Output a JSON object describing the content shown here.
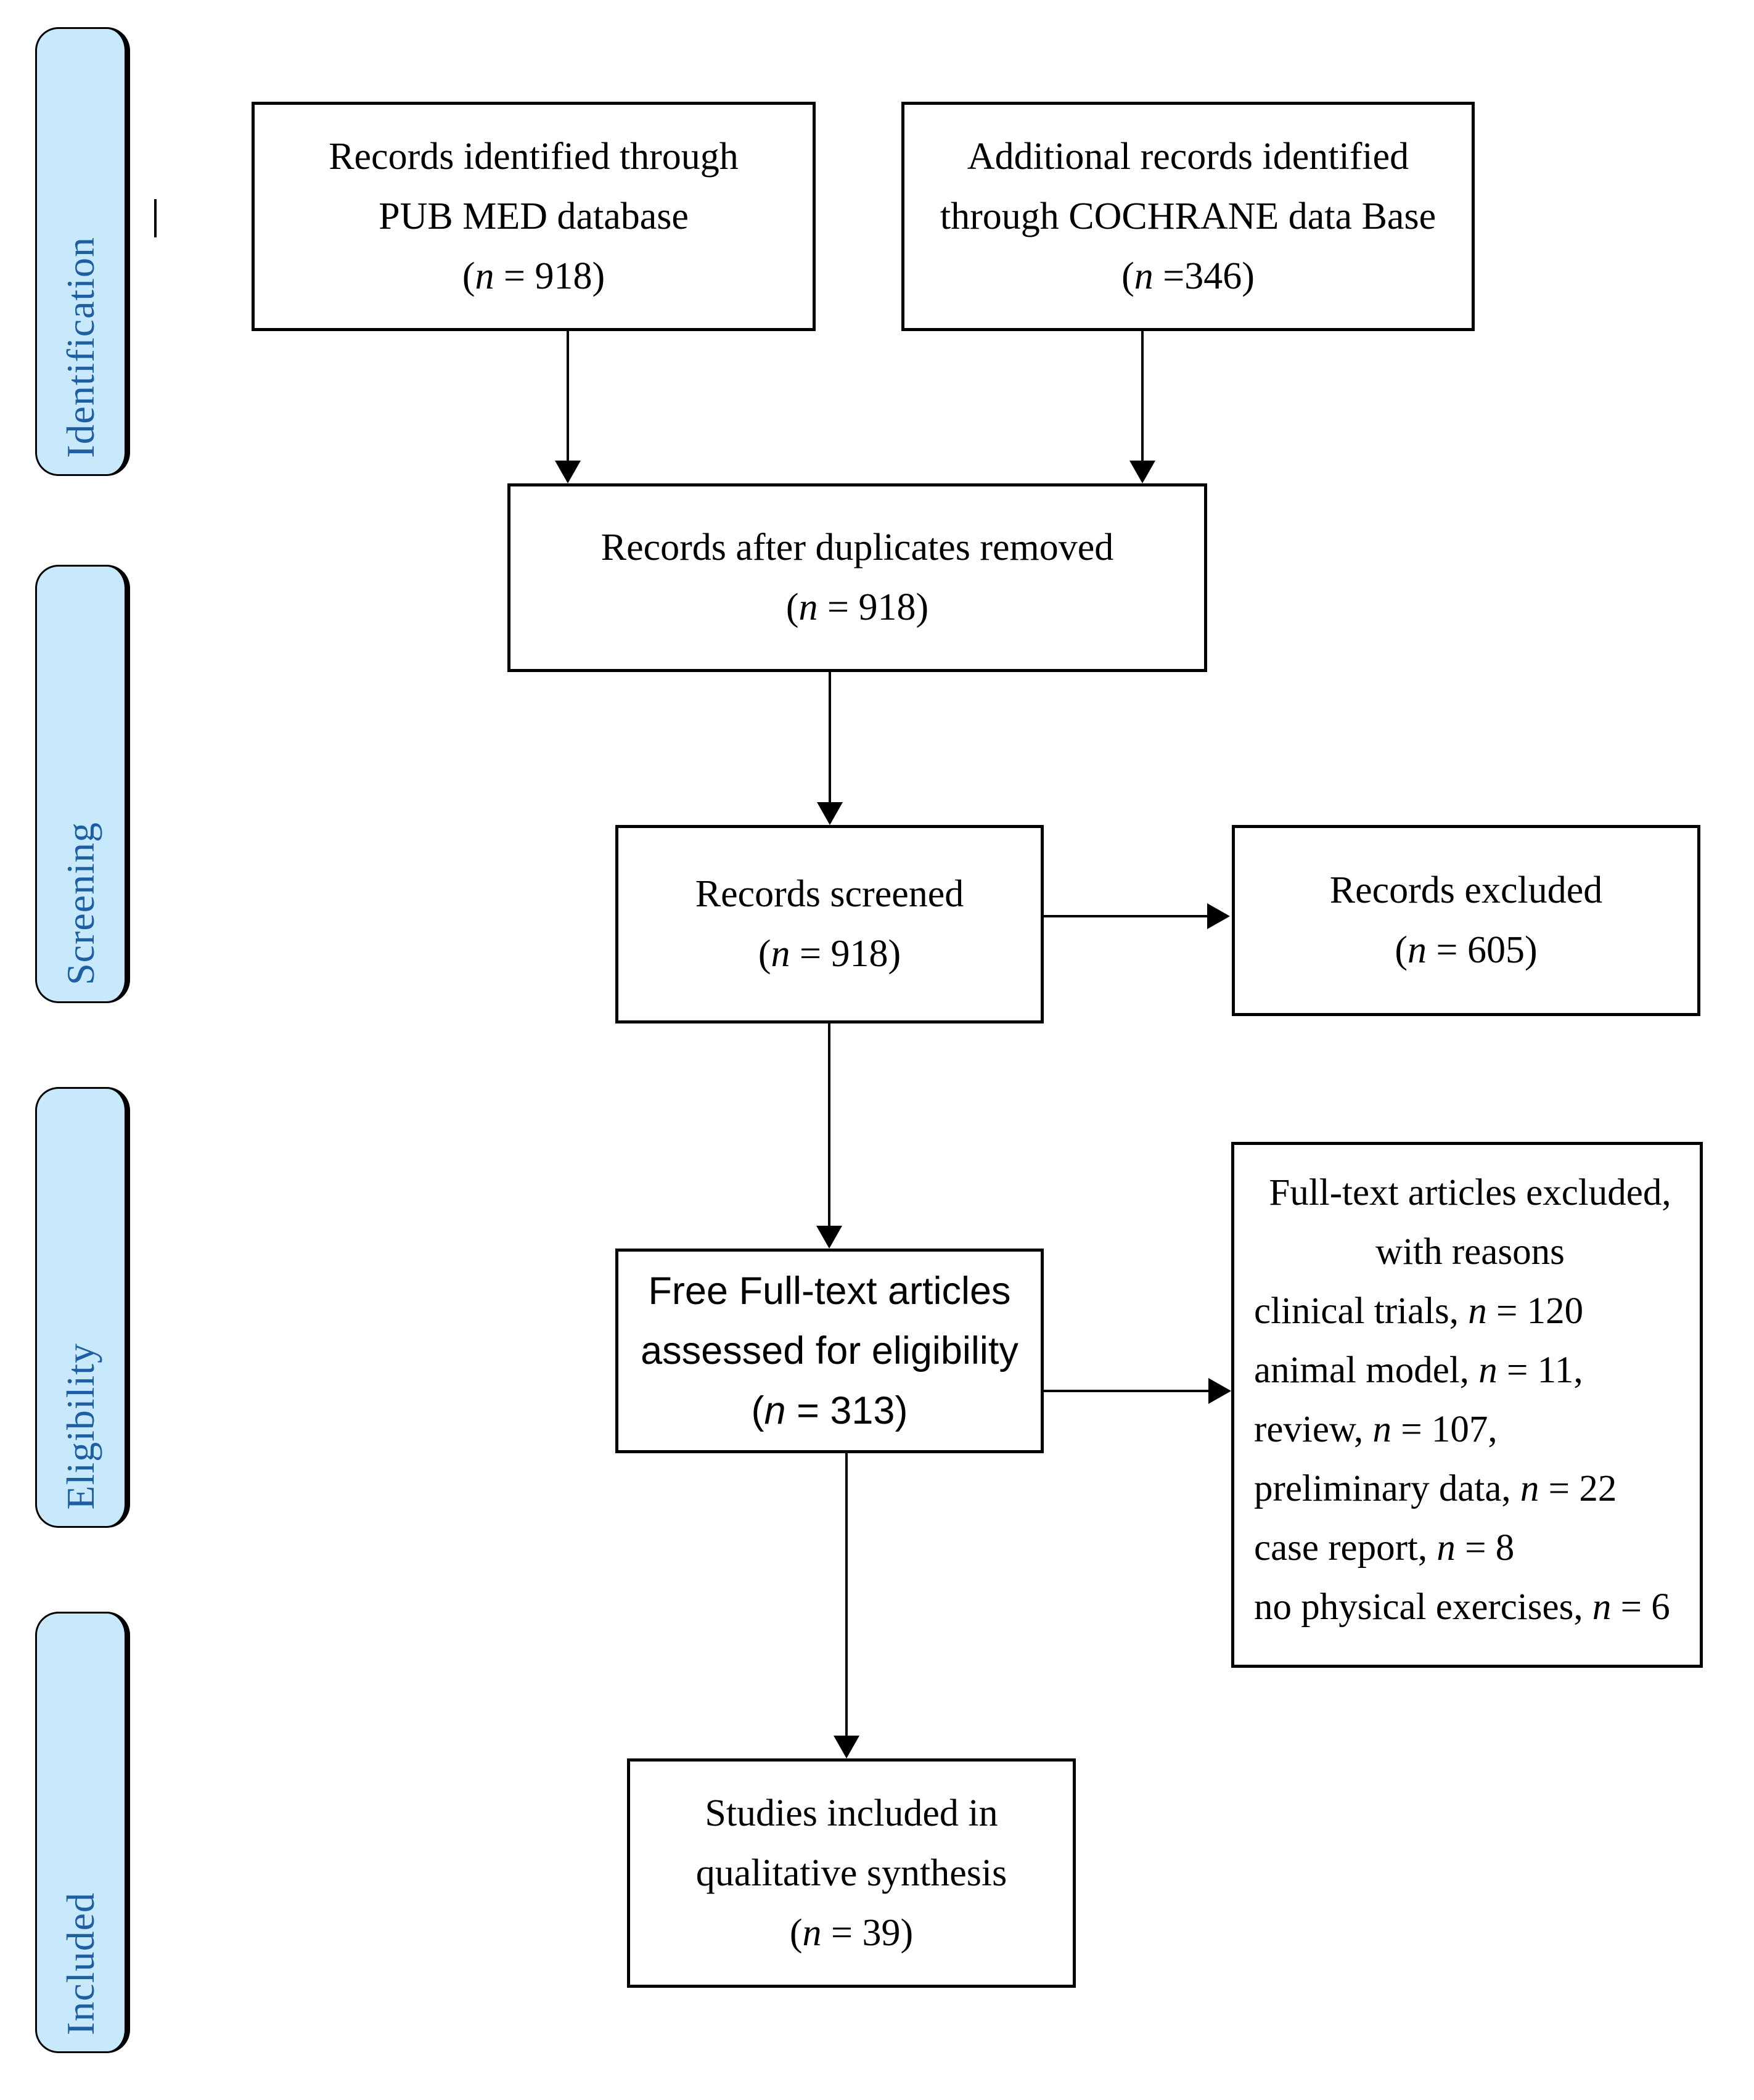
{
  "figure": {
    "colors": {
      "accent_fill": "#c8e9fc",
      "accent_text": "#1e5fa3",
      "line_color": "#000000"
    },
    "stages": [
      {
        "label": "Identification"
      },
      {
        "label": "Screening"
      },
      {
        "label": "Eligibility"
      },
      {
        "label": "Included"
      }
    ],
    "boxes": {
      "pubmed": {
        "lines": [
          "Records identified through",
          "PUB MED database",
          "(n = 918)"
        ]
      },
      "cochrane": {
        "lines": [
          "Additional records identified",
          "through COCHRANE data Base",
          "(n =346)"
        ]
      },
      "dedup": {
        "lines": [
          "Records after duplicates removed",
          "(n = 918)"
        ]
      },
      "screened": {
        "lines": [
          "Records screened",
          "(n = 918)"
        ]
      },
      "excluded": {
        "lines": [
          "Records excluded",
          "(n = 605)"
        ]
      },
      "fulltext": {
        "lines": [
          "Free Full-text articles",
          "assessed for eligibility",
          "(n = 313)"
        ]
      },
      "reasons": {
        "header_lines": [
          "Full-text articles excluded,",
          "with reasons"
        ],
        "items": [
          "clinical trials, n = 120",
          "animal model, n = 11,",
          "review, n = 107,",
          "preliminary data, n = 22",
          "case report, n = 8",
          "no physical exercises, n = 6"
        ]
      },
      "included": {
        "lines": [
          "Studies included in",
          "qualitative synthesis",
          "(n = 39)"
        ]
      }
    }
  }
}
